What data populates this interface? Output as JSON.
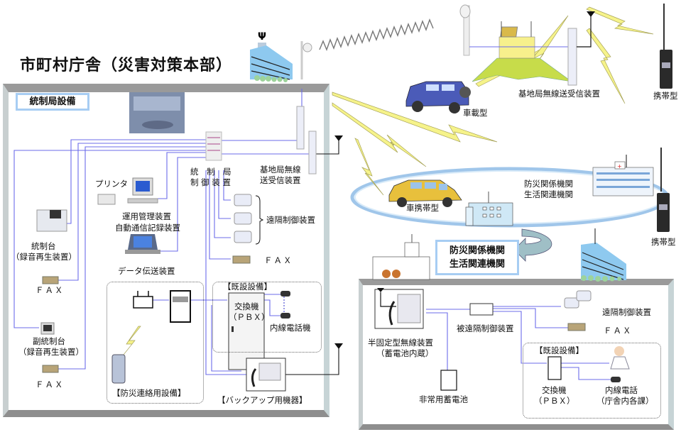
{
  "title": "市町村庁舎（災害対策本部）",
  "control_station": {
    "section_label": "統制局設備",
    "controller": "統　制　局\n制御装置",
    "controller_line1": "統　制　局",
    "controller_line2": "制 御 装 置",
    "base_radio_line1": "基地局無線",
    "base_radio_line2": "送受信装置",
    "printer": "プリンタ",
    "mgmt_line1": "運用管理装置",
    "mgmt_line2": "自動通信記録装置",
    "data_transfer": "データ伝送装置",
    "remote_control": "遠隔制御装置",
    "fax_ctrl": "ＦＡＸ",
    "console_line1": "統制台",
    "console_line2": "（録音再生装置）",
    "fax_console": "ＦＡＸ",
    "sub_console_line1": "副統制台",
    "sub_console_line2": "（録音再生装置）",
    "fax_sub": "ＦＡＸ",
    "existing_label": "【既設設備】",
    "pbx_line1": "交換機",
    "pbx_line2": "（ＰＢＸ）",
    "extension_phone": "内線電話機",
    "disaster_comm_label": "【防災連絡用設備】",
    "backup_label": "【バックアップ用機器】"
  },
  "field": {
    "base_station": "基地局無線送受信装置",
    "vehicle_mounted": "車載型",
    "portable_top": "携帯型",
    "car_portable": "車携帯型",
    "agencies_line1": "防災関係機関",
    "agencies_line2": "生活関連機関",
    "portable_right": "携帯型"
  },
  "agency_site": {
    "box_line1": "防災関係機関",
    "box_line2": "生活関連機関",
    "semi_fixed_line1": "半固定型無線装置",
    "semi_fixed_line2": "（蓄電池内蔵）",
    "remote_controlled": "被遠隔制御装置",
    "remote_control": "遠隔制御装置",
    "fax": "ＦＡＸ",
    "existing_label": "【既設設備】",
    "pbx_line1": "交換機",
    "pbx_line2": "（ＰＢＸ）",
    "ext_line1": "内線電話",
    "ext_line2": "（庁舎内各課）",
    "battery": "非常用蓄電池"
  },
  "colors": {
    "wire": "#6b6bea",
    "lightning": "#f3f07a",
    "orbit": "#8fbce6",
    "box_border": "#a7cdf3"
  }
}
